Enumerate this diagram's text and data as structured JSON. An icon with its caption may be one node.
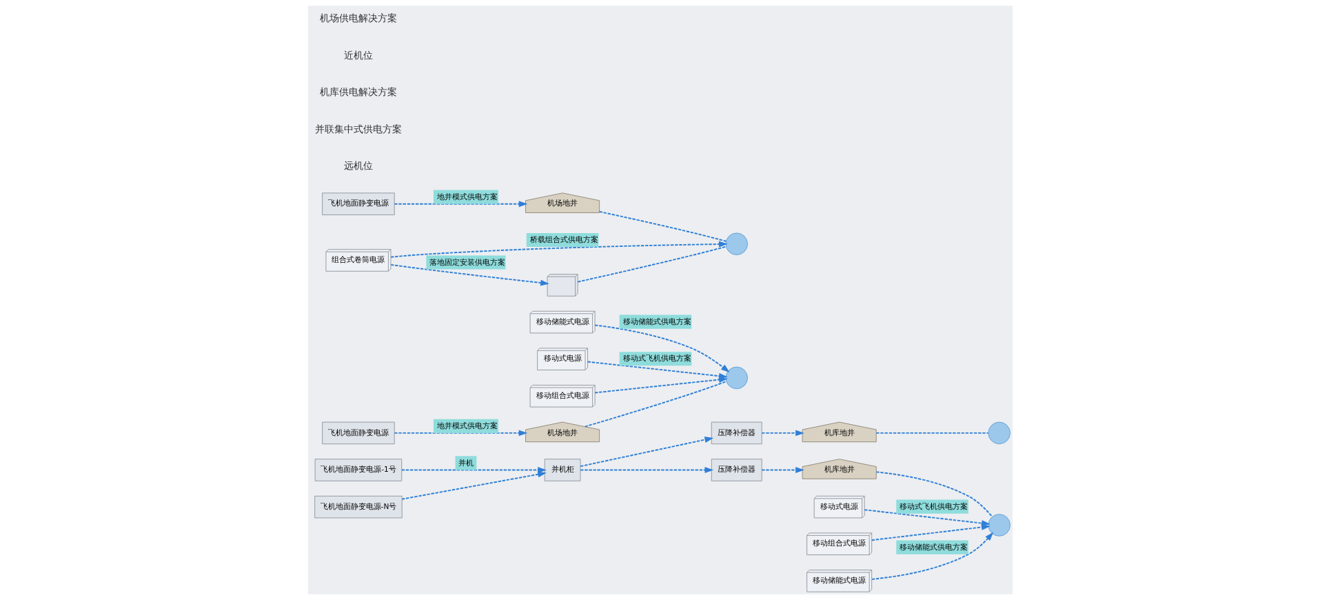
{
  "diagram": {
    "nodes": [
      {
        "text": [
          "飞机地面静变电源-1号"
        ]
      },
      {
        "text": [
          "飞机地面静变电源-N号"
        ]
      },
      {
        "text": [
          "并机柜"
        ]
      },
      {
        "text": [
          "压降补偿器"
        ]
      },
      {
        "text": [
          "压降补偿器"
        ]
      },
      {
        "text": [
          "机库地井"
        ]
      },
      {
        "text": [],
        "shape": "circle"
      },
      {
        "text": [
          "机库地井"
        ]
      },
      {
        "text": [],
        "shape": "circle"
      },
      {
        "text": [
          "移动式电源"
        ]
      },
      {
        "text": [
          "移动组合式电源"
        ]
      },
      {
        "text": [
          "移动储能式电源"
        ]
      },
      {
        "text": [
          "移动储能式电源"
        ]
      },
      {
        "text": [
          "移动式电源"
        ]
      },
      {
        "text": [
          "移动组合式电源"
        ]
      },
      {
        "text": [],
        "shape": "circle"
      },
      {
        "text": [
          "机场地井"
        ]
      },
      {
        "text": [
          "飞机地面静变电源"
        ]
      },
      {
        "text": [
          "飞机地面静变电源"
        ]
      },
      {
        "text": [
          "机场地井"
        ]
      },
      {
        "text": [],
        "shape": "circle"
      },
      {
        "text": [
          "组合式卷筒电源"
        ]
      },
      {
        "text": [],
        "shape": "box"
      }
    ],
    "edges": [
      {
        "from": 0,
        "to": 2,
        "arrow": "to",
        "style": "dashed",
        "label": "并机"
      },
      {
        "from": 1,
        "to": 2,
        "arrow": "to",
        "style": "dashed"
      },
      {
        "from": 2,
        "to": 3,
        "arrow": "to",
        "style": "dashed"
      },
      {
        "from": 2,
        "to": 4,
        "arrow": "to",
        "style": "dashed"
      },
      {
        "from": 3,
        "to": 5,
        "arrow": "to",
        "style": "dashed"
      },
      {
        "from": 5,
        "to": 6,
        "arrow": "none",
        "style": "dashed"
      },
      {
        "from": 4,
        "to": 7,
        "arrow": "to",
        "style": "dashed"
      },
      {
        "from": 7,
        "to": 8,
        "arrow": "none",
        "style": "dashed"
      },
      {
        "from": 9,
        "to": 8,
        "arrow": "to",
        "style": "dashed",
        "label": "移动式飞机供电方案"
      },
      {
        "from": 10,
        "to": 8,
        "arrow": "to",
        "style": "dashed"
      },
      {
        "from": 11,
        "to": 8,
        "arrow": "to",
        "style": "dashed",
        "label": "移动储能式供电方案"
      },
      {
        "from": 12,
        "to": 15,
        "arrow": "to",
        "style": "dashed",
        "label": "移动储能式供电方案"
      },
      {
        "from": 13,
        "to": 15,
        "arrow": "to",
        "style": "dashed",
        "label": "移动式飞机供电方案"
      },
      {
        "from": 14,
        "to": 15,
        "arrow": "to",
        "style": "dashed"
      },
      {
        "from": 17,
        "to": 16,
        "arrow": "to",
        "style": "dashed",
        "label": "地井模式供电方案"
      },
      {
        "from": 16,
        "to": 15,
        "arrow": "none",
        "style": "dashed"
      },
      {
        "from": 18,
        "to": 19,
        "arrow": "to",
        "style": "dashed",
        "label": "地井模式供电方案"
      },
      {
        "from": 19,
        "to": 20,
        "arrow": "none",
        "style": "dashed"
      },
      {
        "from": 21,
        "to": 22,
        "arrow": "to",
        "style": "dashed",
        "label": "落地固定安装供电方案"
      },
      {
        "from": 22,
        "to": 20,
        "arrow": "none",
        "style": "dashed"
      },
      {
        "from": 21,
        "to": 20,
        "arrow": "to",
        "style": "dashed",
        "label": "桥载组合式供电方案"
      }
    ],
    "labels": [
      "远机位",
      "并联集中式供电方案",
      "机库供电解决方案",
      "近机位",
      "机场供电解决方案"
    ]
  }
}
